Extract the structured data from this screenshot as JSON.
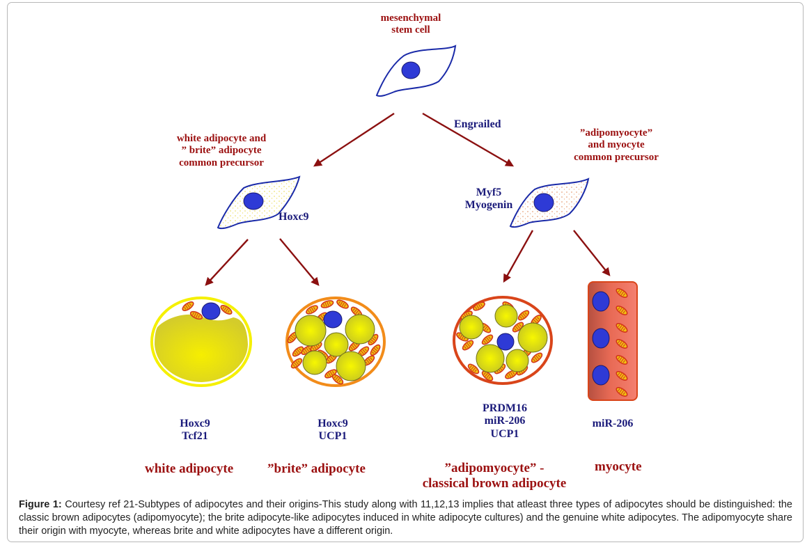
{
  "figure": {
    "nodes": {
      "stem_cell": {
        "label_line1": "mesenchymal",
        "label_line2": "stem cell"
      },
      "white_brite_precursor": {
        "label_line1": "white adipocyte and",
        "label_line2": "” brite” adipocyte",
        "label_line3": "common precursor",
        "marker": "Hoxc9"
      },
      "adipomyocyte_precursor": {
        "label_line1": "”adipomyocyte”",
        "label_line2": "and myocyte",
        "label_line3": "common precursor",
        "marker_line1": "Myf5",
        "marker_line2": "Myogenin"
      },
      "engrailed": "Engrailed",
      "white_adipocyte": {
        "marker_line1": "Hoxc9",
        "marker_line2": "Tcf21",
        "name": "white adipocyte"
      },
      "brite_adipocyte": {
        "marker_line1": "Hoxc9",
        "marker_line2": "UCP1",
        "name": "”brite” adipocyte"
      },
      "brown_adipocyte": {
        "marker_line1": "PRDM16",
        "marker_line2": "miR-206",
        "marker_line3": "UCP1",
        "name_line1": "”adipomyocyte” -",
        "name_line2": "classical brown adipocyte"
      },
      "myocyte": {
        "marker_line1": "miR-206",
        "name": "myocyte"
      }
    },
    "colors": {
      "label_red": "#9b1010",
      "label_blue": "#1a1a7a",
      "arrow": "#8b1010",
      "nucleus": "#2e3ad6",
      "lipid": "#e4e400",
      "white_membrane": "#f5f000",
      "brite_membrane": "#f28c1a",
      "brown_membrane": "#d9451a",
      "muscle": "#ee6a55"
    }
  },
  "caption": {
    "label": "Figure 1:",
    "text": " Courtesy ref 21-Subtypes of adipocytes and their origins-This study along with 11,12,13 implies that atleast three types of adipocytes should be distinguished: the classic brown adipocytes (adipomyocyte); the brite adipocyte-like adipocytes induced in white adipocyte cultures) and the genuine white adipocytes. The adipomyocyte share their origin with myocyte, whereas brite and white adipocytes have a different origin."
  }
}
